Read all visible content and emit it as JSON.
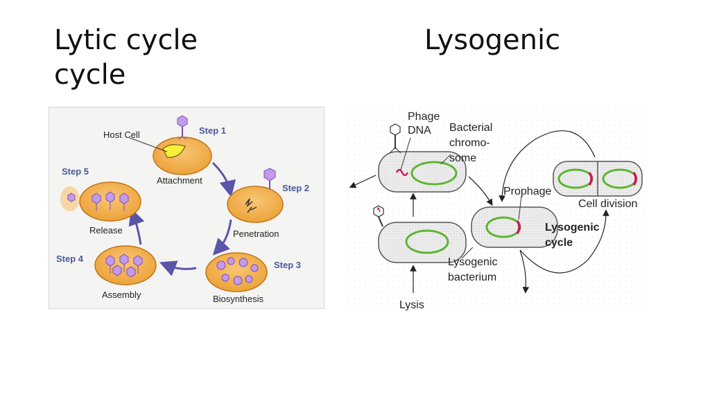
{
  "titles": {
    "lytic_line1": "Lytic cycle",
    "lytic_line2": "cycle",
    "lysogenic": "Lysogenic"
  },
  "lytic": {
    "host_cell": "Host Cell",
    "step1": "Step 1",
    "step2": "Step 2",
    "step3": "Step 3",
    "step4": "Step 4",
    "step5": "Step 5",
    "attachment": "Attachment",
    "penetration": "Penetration",
    "biosynthesis": "Biosynthesis",
    "assembly": "Assembly",
    "release": "Release"
  },
  "lysogenic": {
    "phage_dna_1": "Phage",
    "phage_dna_2": "DNA",
    "bact_chrom_1": "Bacterial",
    "bact_chrom_2": "chromo-",
    "bact_chrom_3": "some",
    "prophage": "Prophage",
    "cell_division": "Cell division",
    "cycle_1": "Lysogenic",
    "cycle_2": "cycle",
    "bacterium_1": "Lysogenic",
    "bacterium_2": "bacterium",
    "lysis": "Lysis"
  },
  "colors": {
    "cell_fill": "#f3b04b",
    "cell_stroke": "#c17417",
    "arrow": "#5a55a8",
    "step_text": "#4a5a9a",
    "phage": "#a46bd6",
    "chromosome": "#3aa53a",
    "prophage": "#d0175a"
  }
}
